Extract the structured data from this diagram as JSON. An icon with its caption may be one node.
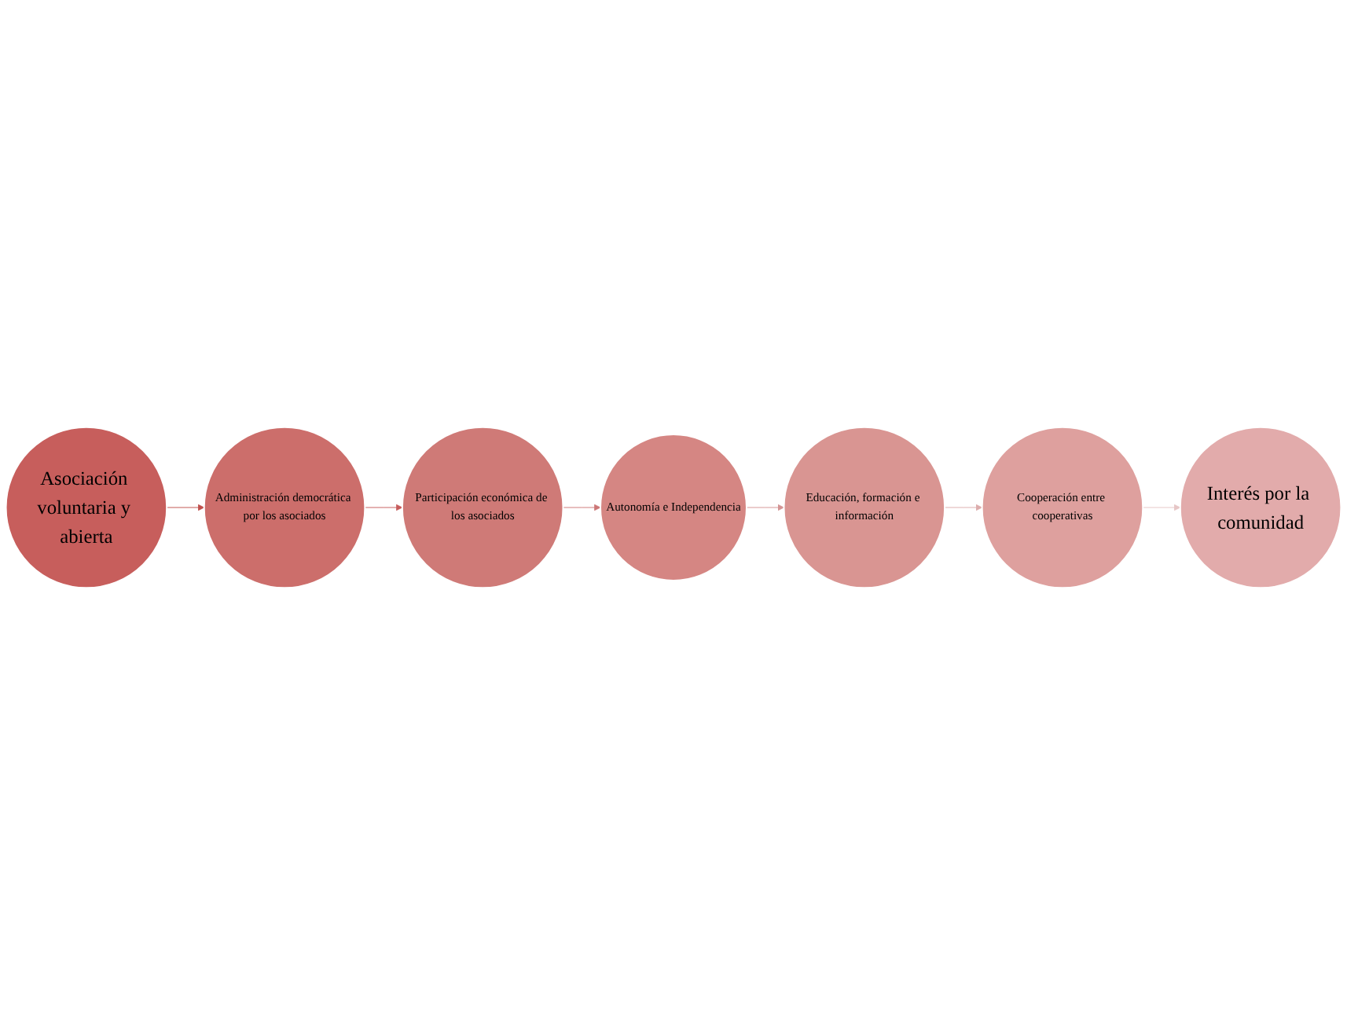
{
  "diagram": {
    "nodes": [
      {
        "text": [
          "Asociación voluntaria y abierta"
        ]
      },
      {
        "text": [
          "Administración democrática por los asociados"
        ]
      },
      {
        "text": [
          "Participación económica de los asociados"
        ]
      },
      {
        "text": [
          "Autonomía e Independencia"
        ]
      },
      {
        "text": [
          "Educación, formación e información"
        ]
      },
      {
        "text": [
          "Cooperación entre cooperativas"
        ]
      },
      {
        "text": [
          "Interés por la comunidad"
        ]
      }
    ],
    "edges": [
      {
        "from": 0,
        "to": 1,
        "arrow": "to",
        "color": "#c0504d"
      },
      {
        "from": 1,
        "to": 2,
        "arrow": "to",
        "color": "#c65b5b"
      },
      {
        "from": 2,
        "to": 3,
        "arrow": "to",
        "color": "#cc7676"
      },
      {
        "from": 3,
        "to": 4,
        "arrow": "to",
        "color": "#d49494"
      },
      {
        "from": 4,
        "to": 5,
        "arrow": "to",
        "color": "#dcacac"
      },
      {
        "from": 5,
        "to": 6,
        "arrow": "to",
        "color": "#e6c6c6"
      }
    ]
  }
}
